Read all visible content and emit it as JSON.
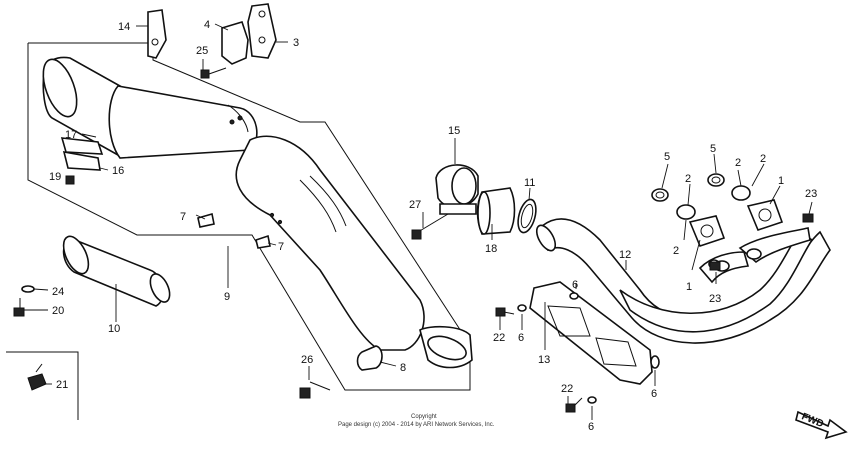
{
  "callouts": [
    {
      "id": "c1",
      "text": "1"
    },
    {
      "id": "c1b",
      "text": "1"
    },
    {
      "id": "c2a",
      "text": "2"
    },
    {
      "id": "c2b",
      "text": "2"
    },
    {
      "id": "c2c",
      "text": "2"
    },
    {
      "id": "c2d",
      "text": "2"
    },
    {
      "id": "c3",
      "text": "3"
    },
    {
      "id": "c4",
      "text": "4"
    },
    {
      "id": "c5a",
      "text": "5"
    },
    {
      "id": "c5b",
      "text": "5"
    },
    {
      "id": "c6a",
      "text": "6"
    },
    {
      "id": "c6b",
      "text": "6"
    },
    {
      "id": "c6c",
      "text": "6"
    },
    {
      "id": "c6d",
      "text": "6"
    },
    {
      "id": "c7a",
      "text": "7"
    },
    {
      "id": "c7b",
      "text": "7"
    },
    {
      "id": "c8",
      "text": "8"
    },
    {
      "id": "c9",
      "text": "9"
    },
    {
      "id": "c10",
      "text": "10"
    },
    {
      "id": "c11",
      "text": "11"
    },
    {
      "id": "c12",
      "text": "12"
    },
    {
      "id": "c13",
      "text": "13"
    },
    {
      "id": "c14",
      "text": "14"
    },
    {
      "id": "c15",
      "text": "15"
    },
    {
      "id": "c16",
      "text": "16"
    },
    {
      "id": "c17",
      "text": "17"
    },
    {
      "id": "c18",
      "text": "18"
    },
    {
      "id": "c19",
      "text": "19"
    },
    {
      "id": "c20",
      "text": "20"
    },
    {
      "id": "c21",
      "text": "21"
    },
    {
      "id": "c22a",
      "text": "22"
    },
    {
      "id": "c22b",
      "text": "22"
    },
    {
      "id": "c23a",
      "text": "23"
    },
    {
      "id": "c23b",
      "text": "23"
    },
    {
      "id": "c24",
      "text": "24"
    },
    {
      "id": "c25",
      "text": "25"
    },
    {
      "id": "c26",
      "text": "26"
    },
    {
      "id": "c27",
      "text": "27"
    }
  ],
  "fwd_label": "FWD",
  "copyright_line1": "Copyright",
  "copyright_line2": "Page design (c) 2004 - 2014 by ARI Network Services, Inc."
}
